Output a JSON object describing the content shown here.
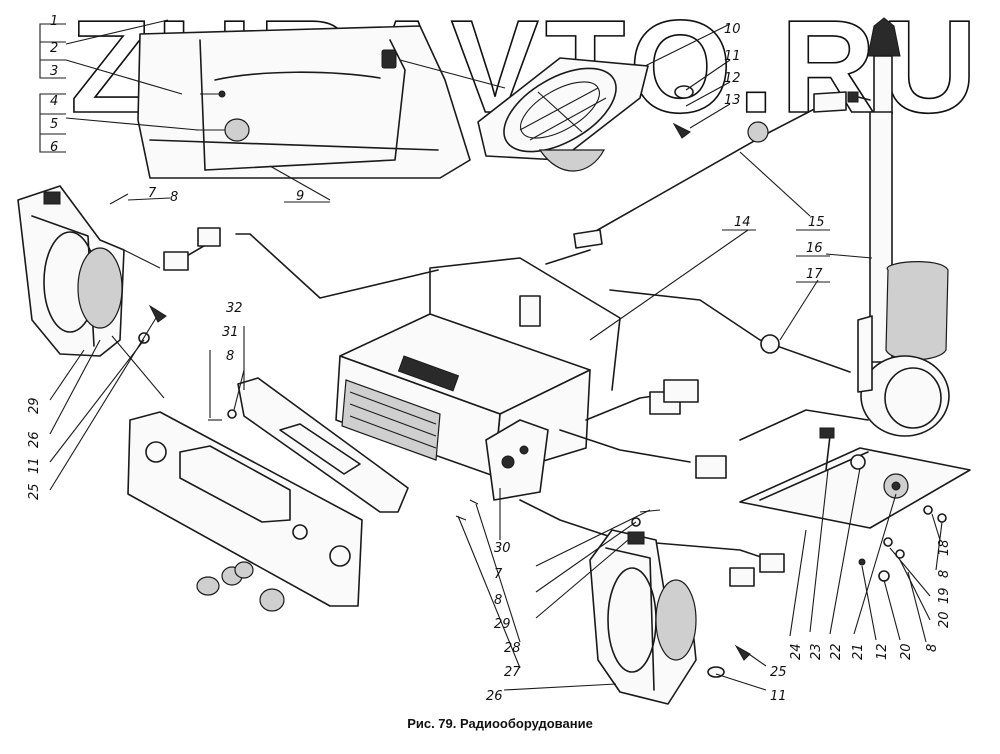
{
  "watermark": "ZURAVTO.RU",
  "caption": "Рис. 79. Радиооборудование",
  "callouts": {
    "n1": "1",
    "n2": "2",
    "n3": "3",
    "n4": "4",
    "n5": "5",
    "n6": "6",
    "n7a": "7",
    "n8a": "8",
    "n9": "9",
    "n10": "10",
    "n11a": "11",
    "n12a": "12",
    "n13": "13",
    "n14": "14",
    "n15": "15",
    "n16": "16",
    "n17": "17",
    "n18": "18",
    "n19": "19",
    "n20a": "20",
    "n20b": "20",
    "n21": "21",
    "n22": "22",
    "n23": "23",
    "n24": "24",
    "n12b": "12",
    "n8e": "8",
    "n8f": "8",
    "n25a": "25",
    "n25b": "25",
    "n26a": "26",
    "n26b": "26",
    "n11b": "11",
    "n11c": "11",
    "n29a": "29",
    "n29b": "29",
    "n32": "32",
    "n31": "31",
    "n8b": "8",
    "n30": "30",
    "n7b": "7",
    "n8c": "8",
    "n28": "28",
    "n27": "27"
  }
}
